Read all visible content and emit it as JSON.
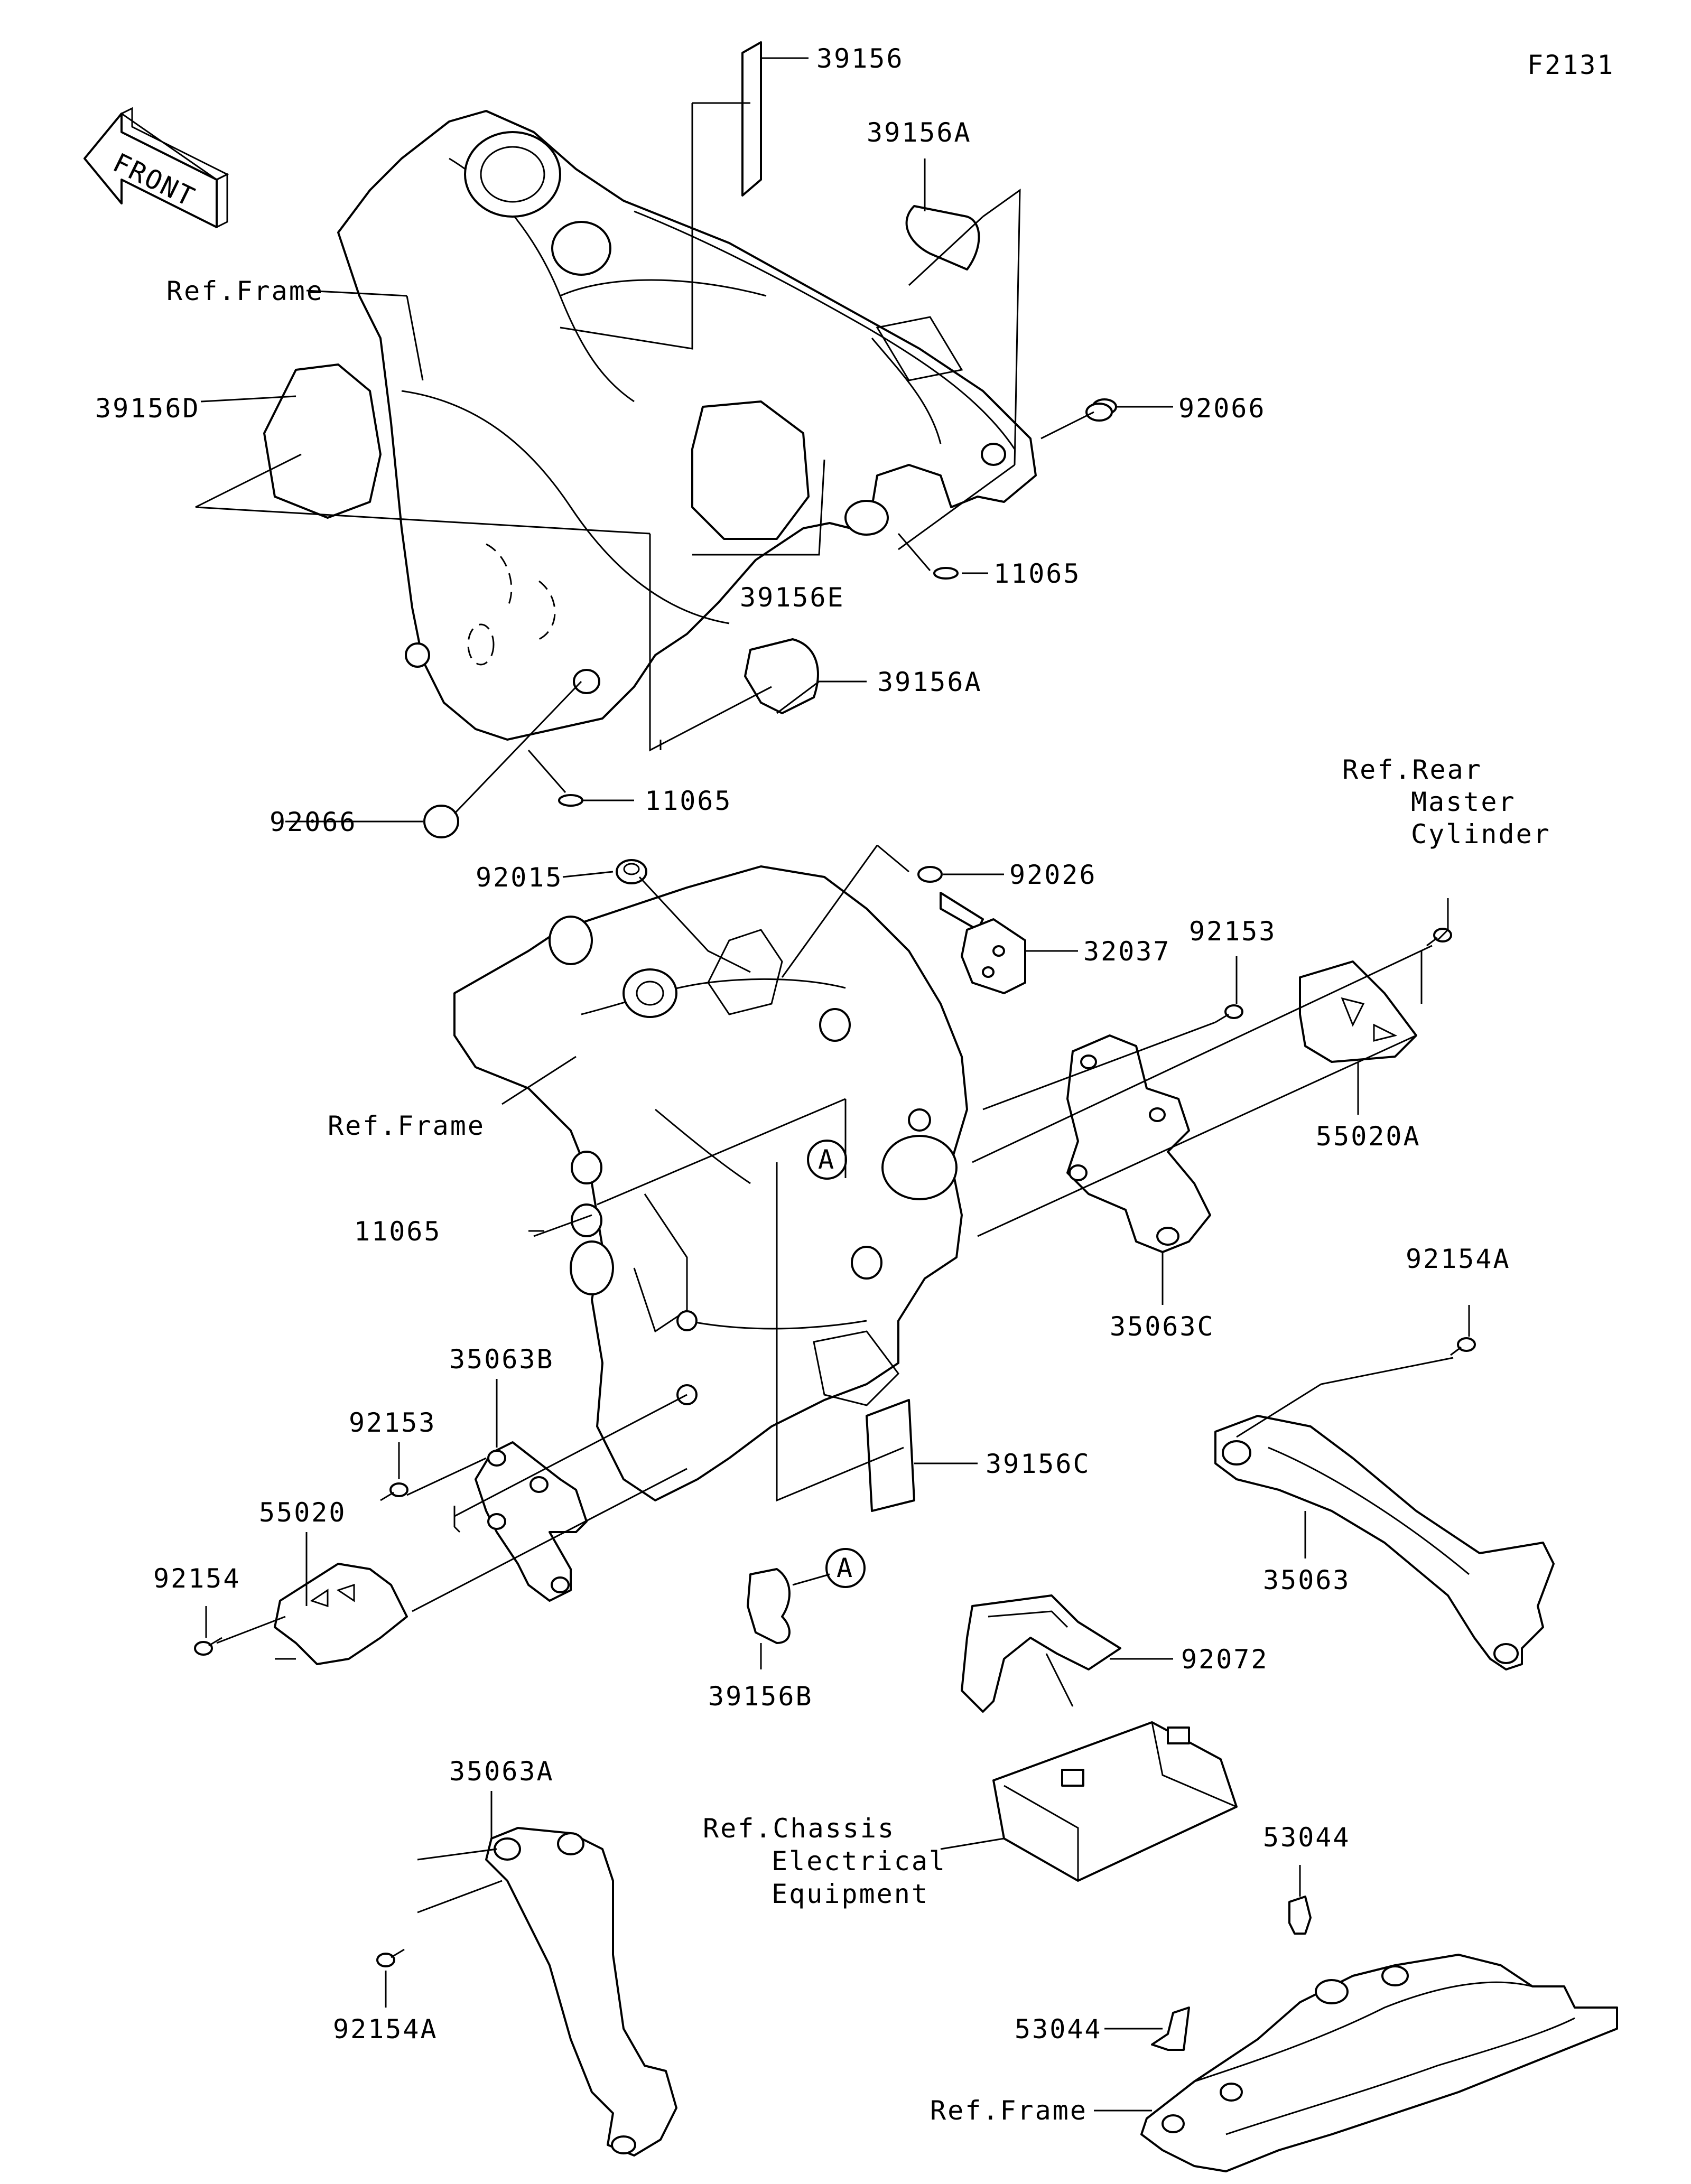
{
  "figure_code": "F2131",
  "front_arrow": "FRONT",
  "callout_marker": "A",
  "labels": {
    "p39156": "39156",
    "p39156A_top": "39156A",
    "ref_frame_top": "Ref.Frame",
    "p39156D": "39156D",
    "p92066_right": "92066",
    "p11065_top": "11065",
    "p39156E": "39156E",
    "p39156A_mid": "39156A",
    "p92066_left": "92066",
    "p11065_mid": "11065",
    "ref_rear_master_1": "Ref.Rear",
    "ref_rear_master_2": "Master",
    "ref_rear_master_3": "Cylinder",
    "p92015": "92015",
    "p92026": "92026",
    "p32037": "32037",
    "p92153_right": "92153",
    "ref_frame_mid": "Ref.Frame",
    "p55020A": "55020A",
    "p11065_low": "11065",
    "p35063C": "35063C",
    "p92154A_right": "92154A",
    "p35063B": "35063B",
    "p92153_left": "92153",
    "p55020": "55020",
    "p39156C": "39156C",
    "p92154": "92154",
    "p35063": "35063",
    "p39156B": "39156B",
    "p92072": "92072",
    "p35063A": "35063A",
    "ref_chassis_1": "Ref.Chassis",
    "ref_chassis_2": "Electrical",
    "ref_chassis_3": "Equipment",
    "p53044_top": "53044",
    "p53044_low": "53044",
    "p92154A_left": "92154A",
    "ref_frame_low": "Ref.Frame"
  }
}
